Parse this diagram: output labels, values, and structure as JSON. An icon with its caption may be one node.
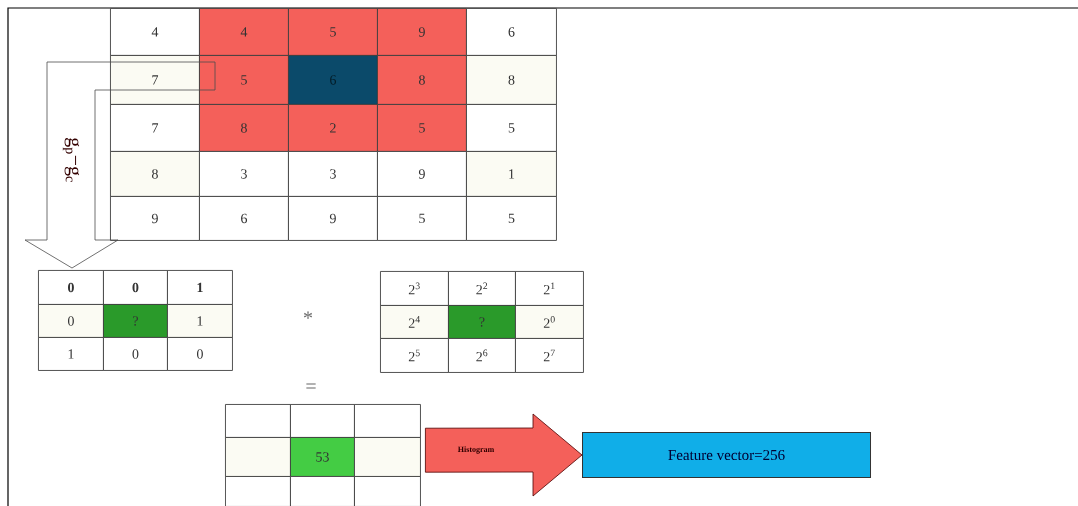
{
  "diagram": {
    "nodes": [
      {
        "text": [
          "4",
          "4",
          "5",
          "9",
          "6",
          "7",
          "5",
          "6",
          "8",
          "8",
          "7",
          "8",
          "2",
          "5",
          "5",
          "8",
          "3",
          "3",
          "9",
          "1",
          "9",
          "6",
          "9",
          "5",
          "5"
        ]
      },
      {
        "text": [
          "0",
          "0",
          "1",
          "0",
          "?",
          "1",
          "1",
          "0",
          "0"
        ]
      },
      {
        "text": [
          "2$^{3}$",
          "2$^{2}$",
          "2$^{1}$",
          "2$^{4}$",
          "?",
          "2$^{0}$",
          "2$^{5}$",
          "2$^{6}$",
          "2$^{7}$"
        ]
      },
      {
        "text": [
          "53"
        ]
      },
      {
        "text": [
          "Feature vector=256"
        ]
      }
    ],
    "edges": [
      {
        "from": 0,
        "to": 1,
        "arrow": "to",
        "label": "g$_{p}$−g$_{c}$"
      },
      {
        "from": 3,
        "to": 4,
        "arrow": "to",
        "label": "Histogram"
      }
    ],
    "labels": [
      "*",
      "="
    ]
  }
}
